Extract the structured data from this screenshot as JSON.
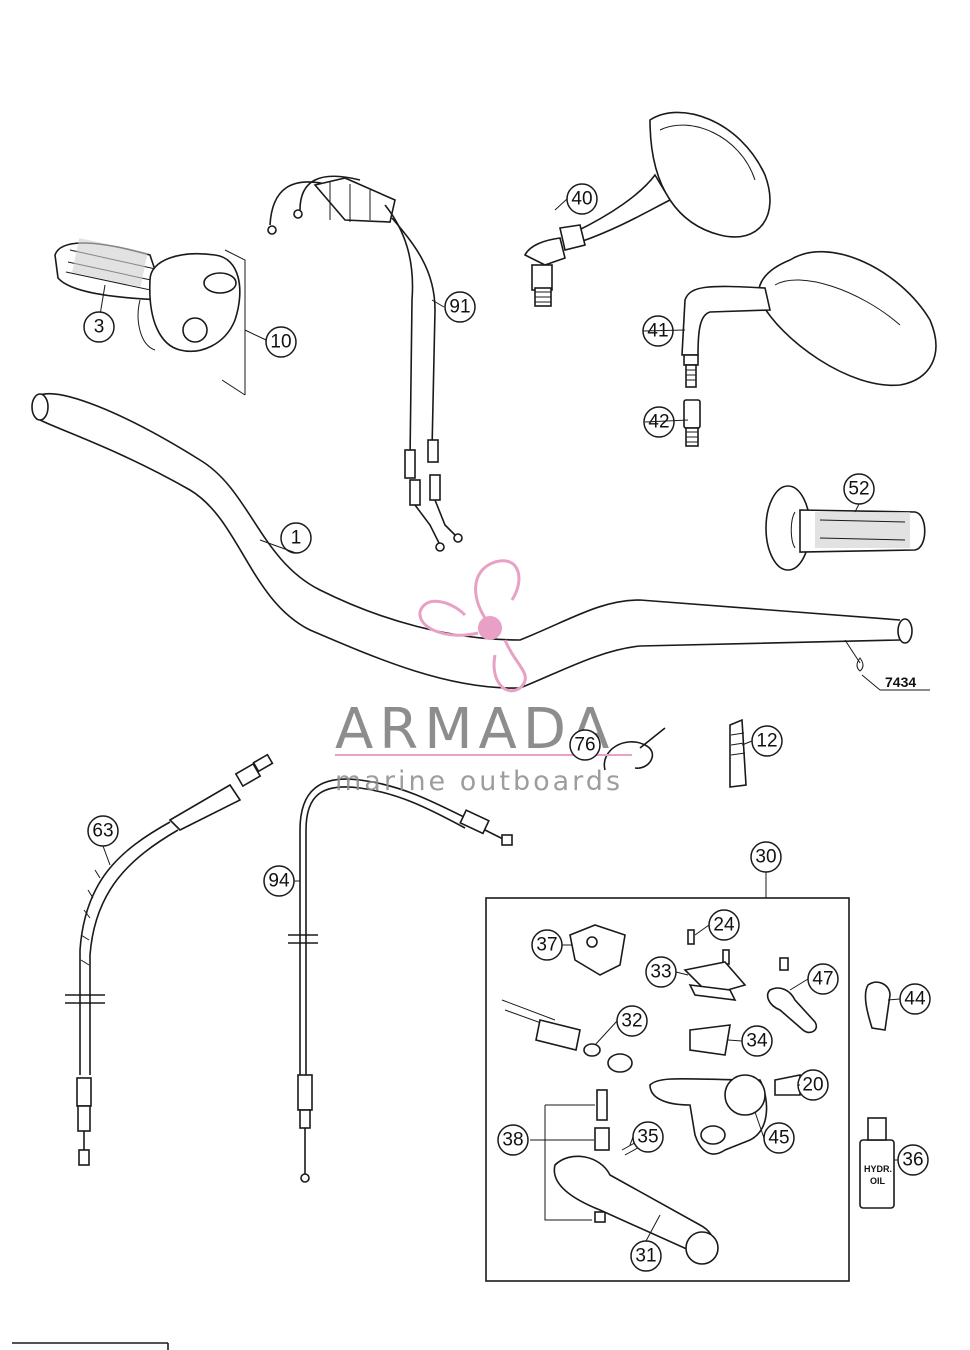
{
  "callouts": {
    "c1": "1",
    "c3": "3",
    "c10": "10",
    "c12": "12",
    "c20": "20",
    "c24": "24",
    "c30": "30",
    "c31": "31",
    "c32": "32",
    "c33": "33",
    "c34": "34",
    "c35": "35",
    "c36": "36",
    "c37": "37",
    "c38": "38",
    "c40": "40",
    "c41": "41",
    "c42": "42",
    "c44": "44",
    "c45": "45",
    "c47": "47",
    "c52": "52",
    "c63": "63",
    "c76": "76",
    "c91": "91",
    "c94": "94"
  },
  "reference_label": "7434",
  "oil_bottle_label": {
    "line1": "HYDR.",
    "line2": "OIL"
  },
  "watermark": {
    "name": "ARMADA",
    "tagline": "marine outboards",
    "accent_color": "#e8a0c4"
  },
  "colors": {
    "ink": "#1a1a1a",
    "background": "#ffffff",
    "logo_gray": "#7a7a7a"
  }
}
